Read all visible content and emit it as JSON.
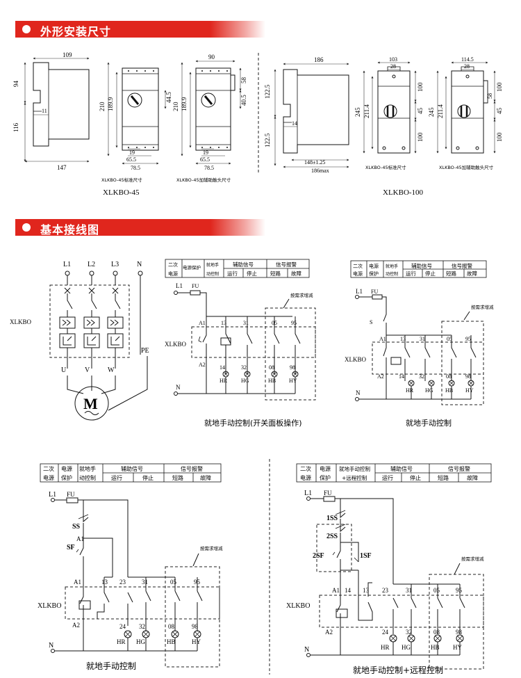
{
  "sections": {
    "dimensions_title": "外形安装尺寸",
    "wiring_title": "基本接线图"
  },
  "dimensions": {
    "model_45": "XLKBO-45",
    "model_100": "XLKBO-100",
    "cap_45_std": "XLKBO-45标准尺寸",
    "cap_45_aux": "XLKBO-45加辅助触头尺寸",
    "cap_100_std": "XLKBO-45标准尺寸",
    "cap_100_aux": "XLKBO-45加辅助触头尺寸",
    "d1": {
      "top": "109",
      "h1": "94",
      "h2": "116",
      "w": "147",
      "gap": "11"
    },
    "d2": {
      "h": "210",
      "h2": "189.9",
      "side": "44.5",
      "w1": "19",
      "w2": "65.5",
      "w3": "78.5"
    },
    "d3": {
      "top": "90",
      "h": "210",
      "h2": "189.9",
      "s1": "58",
      "s2": "40.5",
      "w1": "19",
      "w2": "65.5",
      "w3": "78.5"
    },
    "d4": {
      "top": "186",
      "h1": "122.5",
      "h2": "122.5",
      "gap": "14",
      "w1": "148±1.25",
      "w2": "186max"
    },
    "d5": {
      "top": "103",
      "t2": "28",
      "h": "245",
      "h2": "211.4",
      "s1": "100",
      "s2": "45",
      "s3": "100"
    },
    "d6": {
      "top": "114.5",
      "t2": "28",
      "h": "245",
      "h2": "211.4",
      "s1": "100",
      "s2": "58",
      "s3": "45",
      "s4": "100"
    }
  },
  "wiring": {
    "xlkbo": "XLKBO",
    "lines": [
      "L1",
      "L2",
      "L3",
      "N"
    ],
    "outputs": [
      "U",
      "V",
      "W"
    ],
    "pe": "PE",
    "motor": "M",
    "table_b": {
      "r1": [
        "二次",
        "电源保护",
        "就地手动控制",
        "辅助信号",
        "信号报警"
      ],
      "r1b": [
        "电源",
        "",
        "",
        "运行",
        "停止",
        "短路",
        "故障"
      ]
    },
    "table_full": {
      "c1": [
        "二次",
        "电源"
      ],
      "c2": [
        "电源",
        "保护"
      ],
      "c3": [
        "就地手",
        "动控制"
      ],
      "aux": "辅助信号",
      "alarm": "信号报警",
      "sub": [
        "运行",
        "停止",
        "短路",
        "故障"
      ]
    },
    "table_d": {
      "c3": [
        "就地手动控制",
        "+远程控制"
      ]
    },
    "nodes": {
      "L1": "L1",
      "FU": "FU",
      "N": "N",
      "S": "S",
      "SS": "SS",
      "SF": "SF",
      "1SS": "1SS",
      "2SS": "2SS",
      "2SF": "2SF",
      "1SF": "1SF",
      "A1": "A1",
      "A2": "A2",
      "t13": "13",
      "t31": "31",
      "t05": "05",
      "t95": "95",
      "t23": "23",
      "t14": "14",
      "t32": "32",
      "t08": "08",
      "t98": "98",
      "t24": "24",
      "HR": "HR",
      "HG": "HG",
      "HB": "HB",
      "HY": "HY"
    },
    "note": "按需求增减",
    "cap_b": "就地手动控制(开关面板操作)",
    "cap_c": "就地手动控制",
    "cap_e": "就地手动控制",
    "cap_f": "就地手动控制+远程控制"
  }
}
